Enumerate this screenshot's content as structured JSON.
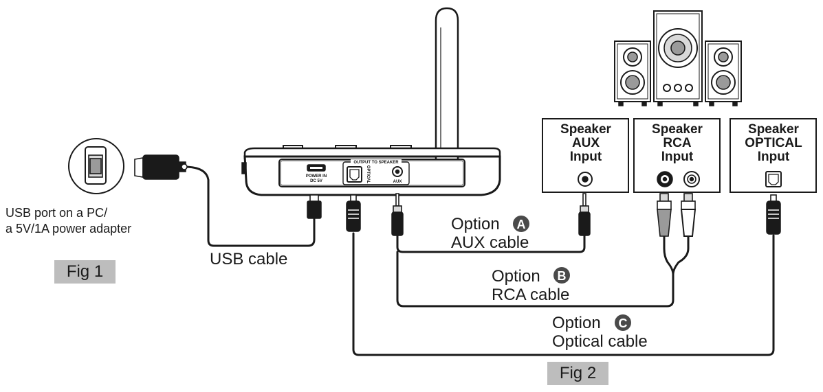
{
  "labels": {
    "usb_port": [
      "USB port on a PC/",
      "a 5V/1A power adapter"
    ],
    "usb_cable": "USB cable",
    "fig1": "Fig 1",
    "fig2": "Fig 2",
    "option_a": {
      "word": "Option",
      "letter": "A",
      "cable": "AUX cable"
    },
    "option_b": {
      "word": "Option",
      "letter": "B",
      "cable": "RCA cable"
    },
    "option_c": {
      "word": "Option",
      "letter": "C",
      "cable": "Optical cable"
    }
  },
  "transmitter": {
    "output_to_speaker": "OUTPUT TO SPEAKER",
    "power_in": "POWER IN",
    "dc_5v": "DC 5V",
    "optical": "OPTICAL",
    "aux": "AUX"
  },
  "speaker_inputs": {
    "aux": [
      "Speaker",
      "AUX",
      "Input"
    ],
    "rca": [
      "Speaker",
      "RCA",
      "Input"
    ],
    "optical": [
      "Speaker",
      "OPTICAL",
      "Input"
    ]
  },
  "icons": [
    "usb-port-icon",
    "usb-plug-icon",
    "antenna-icon",
    "speaker-system-icon",
    "aux-jack-icon",
    "rca-jack-icon",
    "optical-jack-icon"
  ]
}
